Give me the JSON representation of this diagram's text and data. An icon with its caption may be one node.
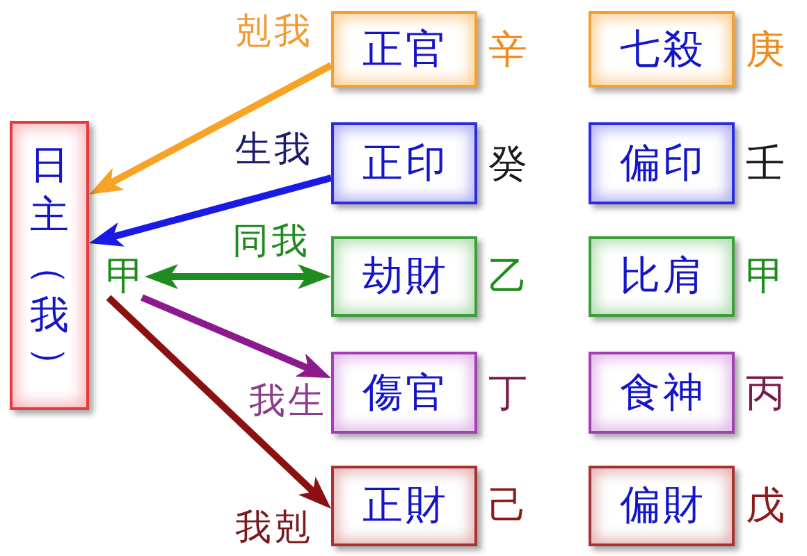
{
  "diagram": {
    "nodes": [
      {
        "text": [
          "日主（我）"
        ]
      },
      {
        "text": [
          "甲"
        ]
      },
      {
        "text": [
          "正官"
        ],
        "beside": [
          "辛"
        ]
      },
      {
        "text": [
          "七殺"
        ],
        "beside": [
          "庚"
        ]
      },
      {
        "text": [
          "正印"
        ],
        "beside": [
          "癸"
        ]
      },
      {
        "text": [
          "偏印"
        ],
        "beside": [
          "壬"
        ]
      },
      {
        "text": [
          "劫財"
        ],
        "beside": [
          "乙"
        ]
      },
      {
        "text": [
          "比肩"
        ],
        "beside": [
          "甲"
        ]
      },
      {
        "text": [
          "傷官"
        ],
        "beside": [
          "丁"
        ]
      },
      {
        "text": [
          "食神"
        ],
        "beside": [
          "丙"
        ]
      },
      {
        "text": [
          "正財"
        ],
        "beside": [
          "己"
        ]
      },
      {
        "text": [
          "偏財"
        ],
        "beside": [
          "戊"
        ]
      }
    ],
    "edges": [
      {
        "from": 2,
        "to": 0,
        "arrow": "to",
        "label": "剋我",
        "color": "#f7a325"
      },
      {
        "from": 4,
        "to": 0,
        "arrow": "to",
        "label": "生我",
        "color": "#1a1ae6"
      },
      {
        "from": 1,
        "to": 6,
        "arrow": "both",
        "label": "同我",
        "color": "#1e8c1e"
      },
      {
        "from": 1,
        "to": 8,
        "arrow": "to",
        "label": "我生",
        "color": "#8c1a8c"
      },
      {
        "from": 1,
        "to": 10,
        "arrow": "to",
        "label": "我剋",
        "color": "#8b1111"
      }
    ]
  }
}
